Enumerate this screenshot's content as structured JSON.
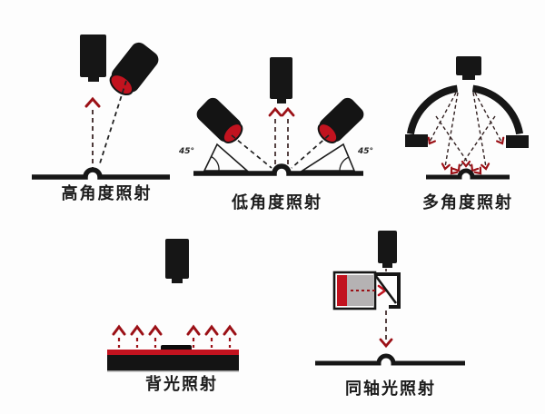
{
  "colors": {
    "ink": "#161616",
    "light_face_red": "#c2131f",
    "ray_red": "#9b1016",
    "box_gray": "#b5b2b3",
    "background": "#fdfdfd"
  },
  "diagrams": {
    "high_angle": {
      "label": "高角度照射"
    },
    "low_angle": {
      "label": "低角度照射",
      "angle_left": "45°",
      "angle_right": "45°"
    },
    "multi_angle": {
      "label": "多角度照射"
    },
    "backlight": {
      "label": "背光照射"
    },
    "coaxial": {
      "label": "同轴光照射"
    }
  }
}
